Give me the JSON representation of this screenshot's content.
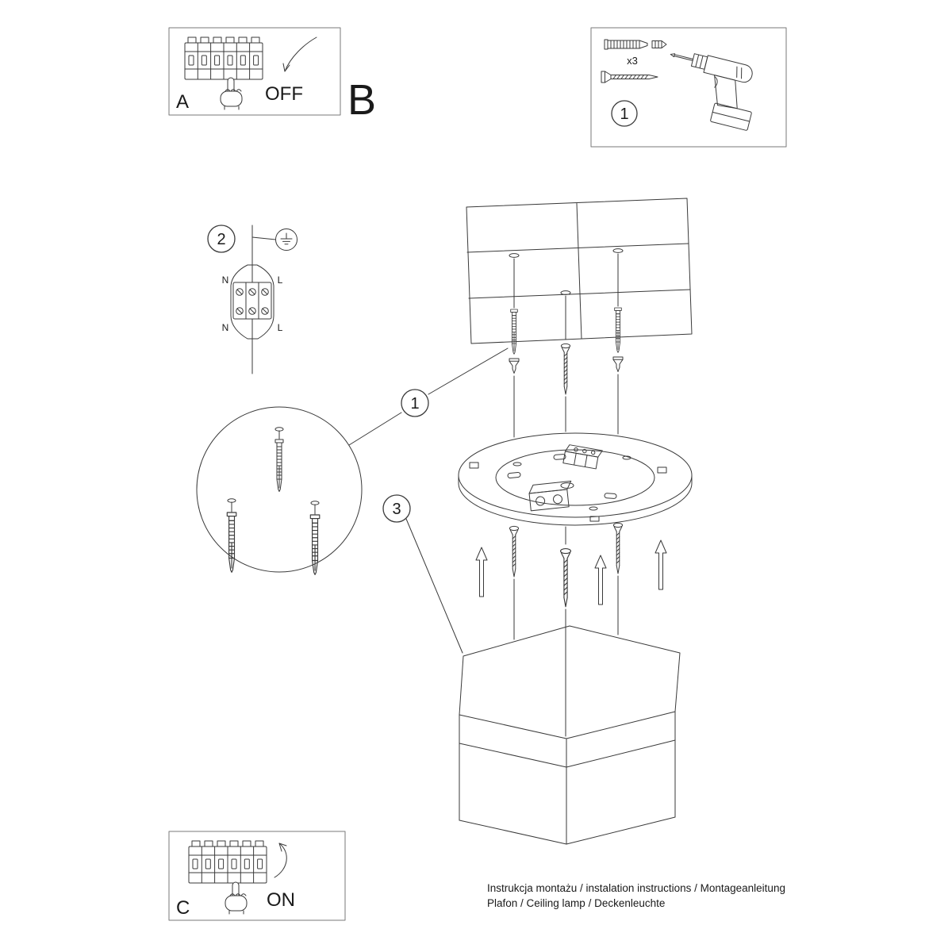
{
  "sheet": {
    "step_a": "A",
    "step_b": "B",
    "step_c": "C",
    "switch_off": "OFF",
    "switch_on": "ON",
    "anchor_qty": "x3",
    "balloon_tools": "1",
    "balloon_wiring": "2",
    "balloon_anchors": "1",
    "balloon_body": "3",
    "terminal_n_top": "N",
    "terminal_l_top": "L",
    "terminal_n_bottom": "N",
    "terminal_l_bottom": "L",
    "footer_line1": "Instrukcja montażu / instalation instructions / Montageanleitung",
    "footer_line2": "Plafon / Ceiling lamp / Deckenleuchte"
  }
}
